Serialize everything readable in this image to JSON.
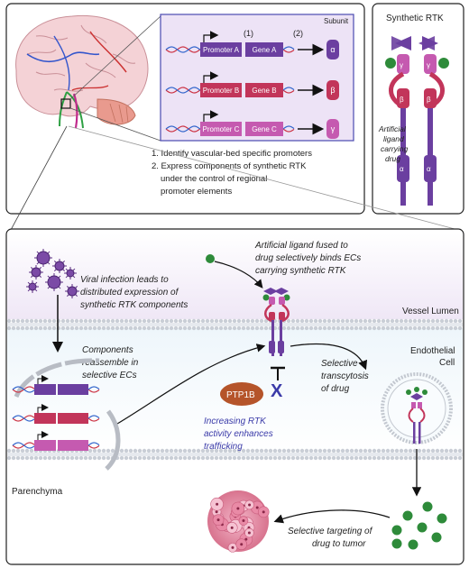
{
  "top_panel": {
    "subunit_header": "Subunit",
    "step1_marker": "(1)",
    "step2_marker": "(2)",
    "rows": [
      {
        "promoter": "Promoter A",
        "gene": "Gene A",
        "subunit": "α",
        "color": "#6b3fa0"
      },
      {
        "promoter": "Promoter B",
        "gene": "Gene B",
        "subunit": "β",
        "color": "#c2355a"
      },
      {
        "promoter": "Promoter C",
        "gene": "Gene C",
        "subunit": "γ",
        "color": "#c55ab0"
      }
    ],
    "steps": [
      "1. Identify vascular-bed specific promoters",
      "2. Express components of synthetic RTK",
      "under the control of regional",
      "promoter elements"
    ]
  },
  "synthetic_rtk": {
    "title": "Synthetic RTK",
    "ligand_label": [
      "Artificial",
      "ligand",
      "carrying",
      "drug"
    ],
    "labels": {
      "gamma": "γ",
      "beta": "β",
      "alpha": "α"
    }
  },
  "bottom_panel": {
    "viral_text": [
      "Viral infection leads to",
      "distributed expression of",
      "synthetic RTK components"
    ],
    "ligand_text": [
      "Artificial ligand fused to",
      "drug selectively binds ECs",
      "carrying synthetic RTK"
    ],
    "vessel_lumen": "Vessel Lumen",
    "endothelial_cell": [
      "Endothelial",
      "Cell"
    ],
    "components_text": [
      "Components",
      "reassemble in",
      "selective ECs"
    ],
    "transcytosis_text": [
      "Selective",
      "transcytosis",
      "of drug"
    ],
    "ptp1b": "PTP1B",
    "inhibit_mark": "X",
    "rtk_activity_text": [
      "Increasing RTK",
      "activity enhances",
      "trafficking"
    ],
    "parenchyma": "Parenchyma",
    "targeting_text": [
      "Selective targeting of",
      "drug to tumor"
    ]
  },
  "colors": {
    "purple": "#6b3fa0",
    "crimson": "#c2355a",
    "pink": "#c55ab0",
    "green": "#2e8b3a",
    "ptp1b": "#b5542a",
    "rtk_activity_blue": "#3a3aa8"
  }
}
